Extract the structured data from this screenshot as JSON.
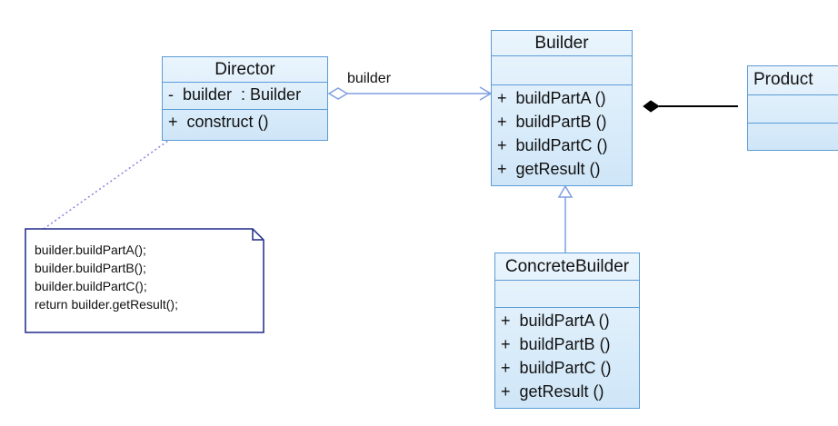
{
  "director": {
    "name": "Director",
    "attributes": [
      "-  builder  : Builder"
    ],
    "operations": [
      "+  construct ()"
    ]
  },
  "builder": {
    "name": "Builder",
    "operations": [
      "+  buildPartA ()",
      "+  buildPartB ()",
      "+  buildPartC ()",
      "+  getResult ()"
    ]
  },
  "concrete_builder": {
    "name": "ConcreteBuilder",
    "operations": [
      "+  buildPartA ()",
      "+  buildPartB ()",
      "+  buildPartC ()",
      "+  getResult ()"
    ]
  },
  "product": {
    "name": "Product"
  },
  "association": {
    "label": "builder"
  },
  "note": {
    "lines": [
      "builder.buildPartA();",
      "builder.buildPartB();",
      "builder.buildPartC();",
      "return builder.getResult();"
    ]
  },
  "colors": {
    "class_border": "#5b9bd5",
    "class_fill": "#d9ecfa",
    "connector": "#7f9fe0",
    "note_border": "#1e2a8a"
  }
}
